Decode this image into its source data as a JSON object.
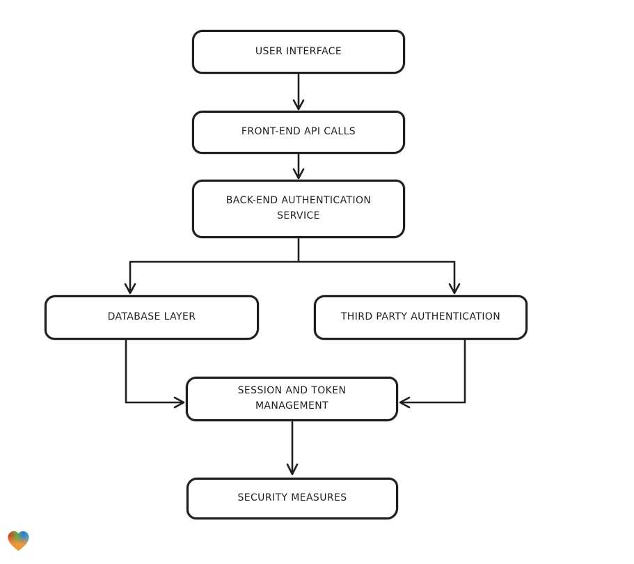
{
  "diagram": {
    "title": "authentication flow diagram",
    "colors": {
      "stroke": "#1f1f1f",
      "background": "#ffffff",
      "node_fill": "#ffffff"
    },
    "nodes": [
      {
        "id": "user-interface",
        "label": "USER INTERFACE"
      },
      {
        "id": "front-end-api-calls",
        "label": "FRONT-END API CALLS"
      },
      {
        "id": "back-end-authentication-service",
        "label": "BACK-END AUTHENTICATION\nSERVICE"
      },
      {
        "id": "database-layer",
        "label": "DATABASE LAYER"
      },
      {
        "id": "third-party-authentication",
        "label": "THIRD PARTY AUTHENTICATION"
      },
      {
        "id": "session-and-token-management",
        "label": "SESSION AND TOKEN\nMANAGEMENT"
      },
      {
        "id": "security-measures",
        "label": "SECURITY MEASURES"
      }
    ],
    "edges": [
      {
        "from": "user-interface",
        "to": "front-end-api-calls"
      },
      {
        "from": "front-end-api-calls",
        "to": "back-end-authentication-service"
      },
      {
        "from": "back-end-authentication-service",
        "to": "database-layer"
      },
      {
        "from": "back-end-authentication-service",
        "to": "third-party-authentication"
      },
      {
        "from": "database-layer",
        "to": "session-and-token-management"
      },
      {
        "from": "third-party-authentication",
        "to": "session-and-token-management"
      },
      {
        "from": "session-and-token-management",
        "to": "security-measures"
      }
    ]
  },
  "branding": {
    "logo": "eraser-heart-logo",
    "heart_colors": {
      "red": "#e4302a",
      "green": "#64a73c",
      "blue": "#2f7fd4",
      "teal": "#36a4c9",
      "orange": "#f0973a"
    }
  }
}
